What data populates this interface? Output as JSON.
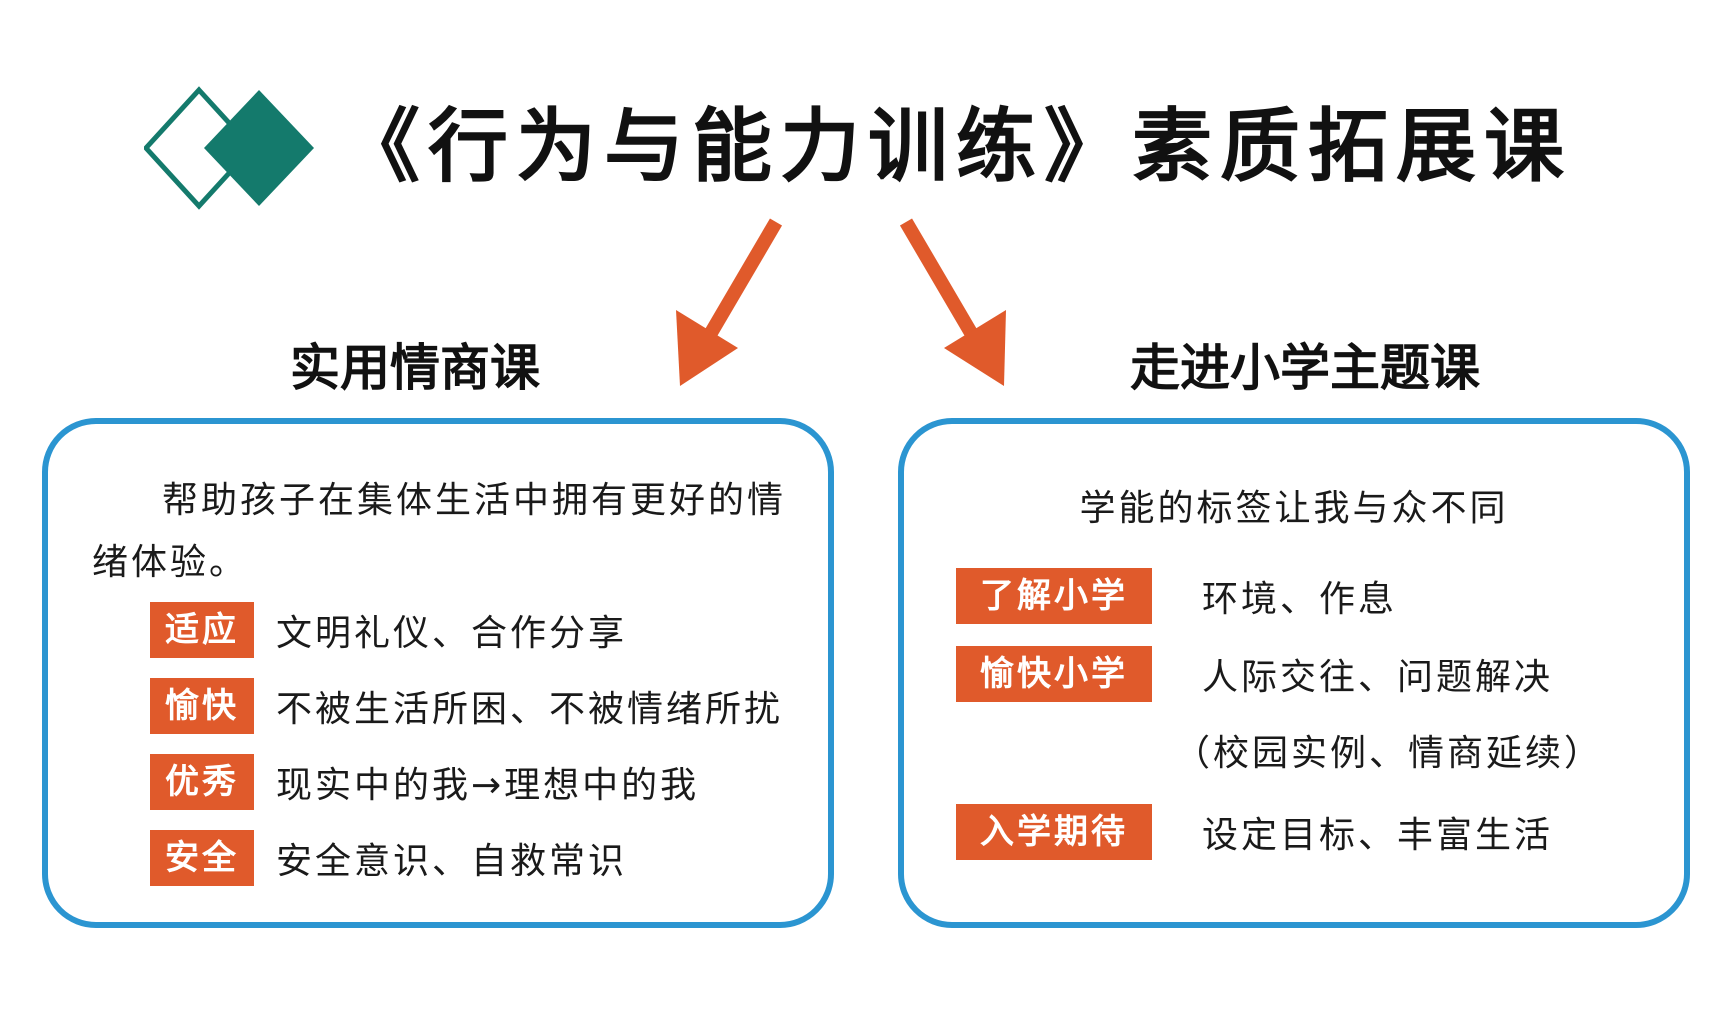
{
  "header": {
    "title": "《行为与能力训练》素质拓展课"
  },
  "colors": {
    "teal": "#147a6c",
    "orange": "#e05a2b",
    "panel_border": "#2b95d1"
  },
  "left_section": {
    "title": "实用情商课",
    "intro": "帮助孩子在集体生活中拥有更好的情绪体验。",
    "rows": [
      {
        "tag": "适应",
        "desc": "文明礼仪、合作分享"
      },
      {
        "tag": "愉快",
        "desc": "不被生活所困、不被情绪所扰"
      },
      {
        "tag": "优秀",
        "desc": "现实中的我→理想中的我"
      },
      {
        "tag": "安全",
        "desc": "安全意识、自救常识"
      }
    ]
  },
  "right_section": {
    "title": "走进小学主题课",
    "intro": "学能的标签让我与众不同",
    "rows": [
      {
        "tag": "了解小学",
        "desc": "环境、作息"
      },
      {
        "tag": "愉快小学",
        "desc": "人际交往、问题解决"
      },
      {
        "tag": "入学期待",
        "desc": "设定目标、丰富生活"
      }
    ],
    "extra_line": "（校园实例、情商延续）"
  }
}
